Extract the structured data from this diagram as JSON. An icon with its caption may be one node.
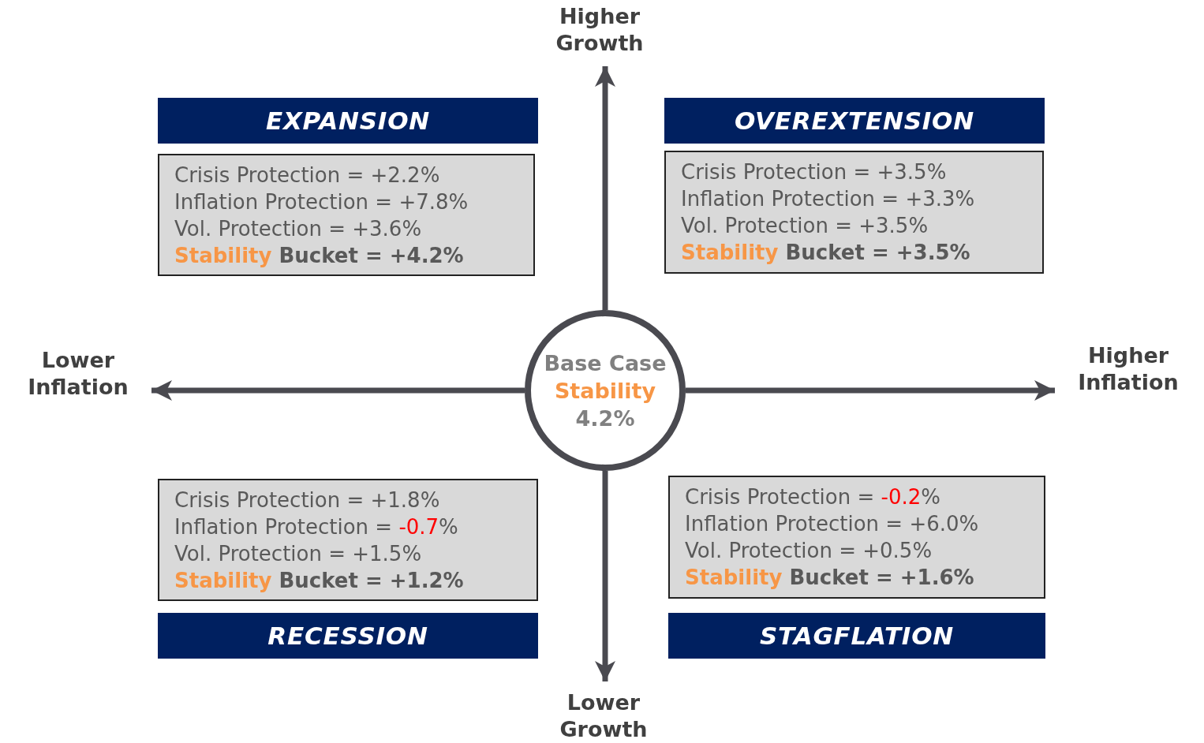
{
  "diagram": {
    "nodes": [
      {
        "text": [
          "Higher Growth"
        ]
      },
      {
        "text": [
          "EXPANSION"
        ]
      },
      {
        "text": [
          "OVEREXTENSION"
        ]
      },
      {
        "text": [
          "Crisis Protection = +2.2%",
          "Inflation Protection = +7.8%",
          "Vol. Protection = +3.6%",
          "*Stability* Bucket = +4.2%"
        ]
      },
      {
        "text": [
          "Crisis Protection = +3.5%",
          "Inflation Protection = +3.3%",
          "Vol. Protection = +3.5%",
          "*Stability* Bucket = +3.5%"
        ]
      },
      {
        "text": [
          "Lower Inflation"
        ]
      },
      {
        "text": [
          "Base Case",
          "Stability",
          "4.2%"
        ]
      },
      {
        "text": [
          "Higher Inflation"
        ]
      },
      {
        "text": [
          "Crisis Protection = +1.8%",
          "Inflation Protection = *-0.7*%",
          "Vol. Protection = +1.5%",
          "*Stability* Bucket = +1.2%"
        ]
      },
      {
        "text": [
          "Crisis Protection = *-0.2*%",
          "Inflation Protection = +6.0%",
          "Vol. Protection = +0.5%",
          "*Stability* Bucket = +1.6%"
        ]
      },
      {
        "text": [
          "RECESSION"
        ]
      },
      {
        "text": [
          "STAGFLATION"
        ]
      },
      {
        "text": [
          "Lower Growth"
        ]
      }
    ],
    "edges": [
      {
        "from": 6,
        "to": 0,
        "arrow": "to"
      },
      {
        "from": 6,
        "to": 5,
        "arrow": "to"
      },
      {
        "from": 6,
        "to": 7,
        "arrow": "to"
      },
      {
        "from": 6,
        "to": 12,
        "arrow": "to"
      }
    ]
  }
}
